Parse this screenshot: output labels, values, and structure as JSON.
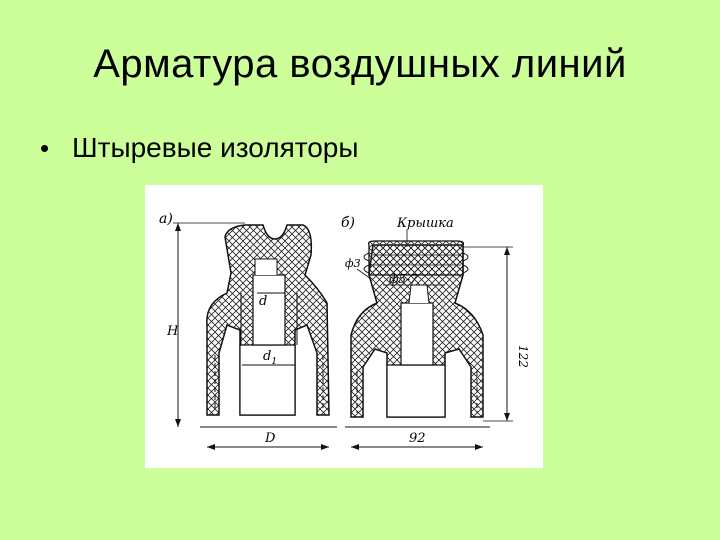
{
  "slide": {
    "title": "Арматура воздушных линий",
    "bullets": [
      {
        "text": "Штыревые изоляторы"
      }
    ]
  },
  "figure": {
    "panel_a_label": "а)",
    "panel_b_label": "б)",
    "cap_label": "Крышка",
    "dim_d": "d",
    "dim_d1": "d",
    "dim_d1_sub": "1",
    "dim_H": "H",
    "dim_D": "D",
    "dim_f3": "ф3",
    "dim_f5_7": "ф5-7",
    "dim_92": "92",
    "dim_122": "122"
  }
}
